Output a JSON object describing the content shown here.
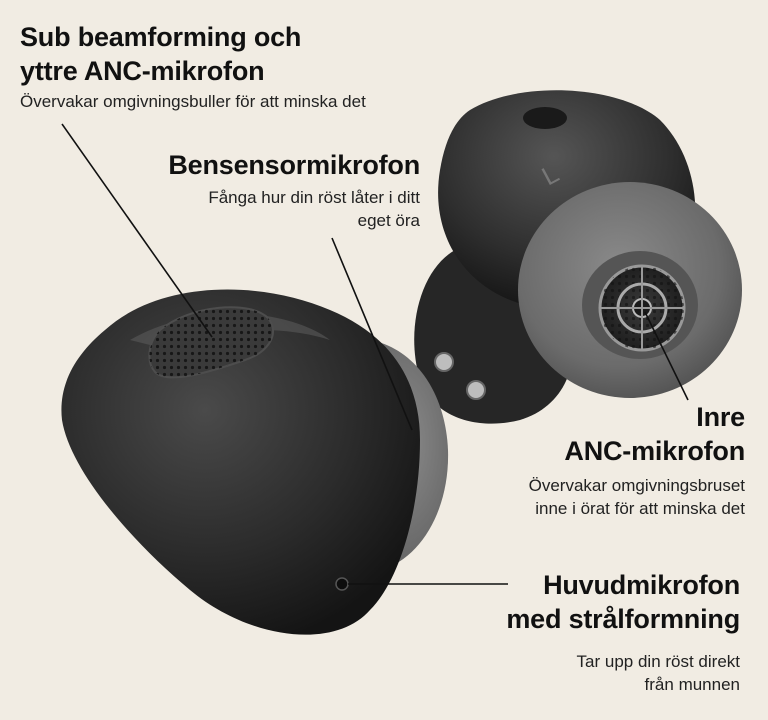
{
  "colors": {
    "background": "#f1ece3",
    "earbud_body": "#2a2a2a",
    "ear_tip": "#6e6e6e",
    "text": "#111111"
  },
  "callouts": {
    "sub_mic": {
      "title_lines": [
        "Sub beamforming och",
        "yttre ANC-mikrofon"
      ],
      "desc_lines": [
        "Övervakar omgivningsbuller för att minska det"
      ]
    },
    "bone_mic": {
      "title_lines": [
        "Bensensormikrofon"
      ],
      "desc_lines": [
        "Fånga hur din röst låter i ditt",
        "eget öra"
      ]
    },
    "inner_mic": {
      "title_lines": [
        "Inre",
        "ANC-mikrofon"
      ],
      "desc_lines": [
        "Övervakar omgivningsbruset",
        "inne i örat för att minska det"
      ]
    },
    "main_mic": {
      "title_lines": [
        "Huvudmikrofon",
        "med strålformning"
      ],
      "desc_lines": [
        "Tar upp din röst direkt",
        "från munnen"
      ]
    }
  },
  "earbud_marking": "L"
}
